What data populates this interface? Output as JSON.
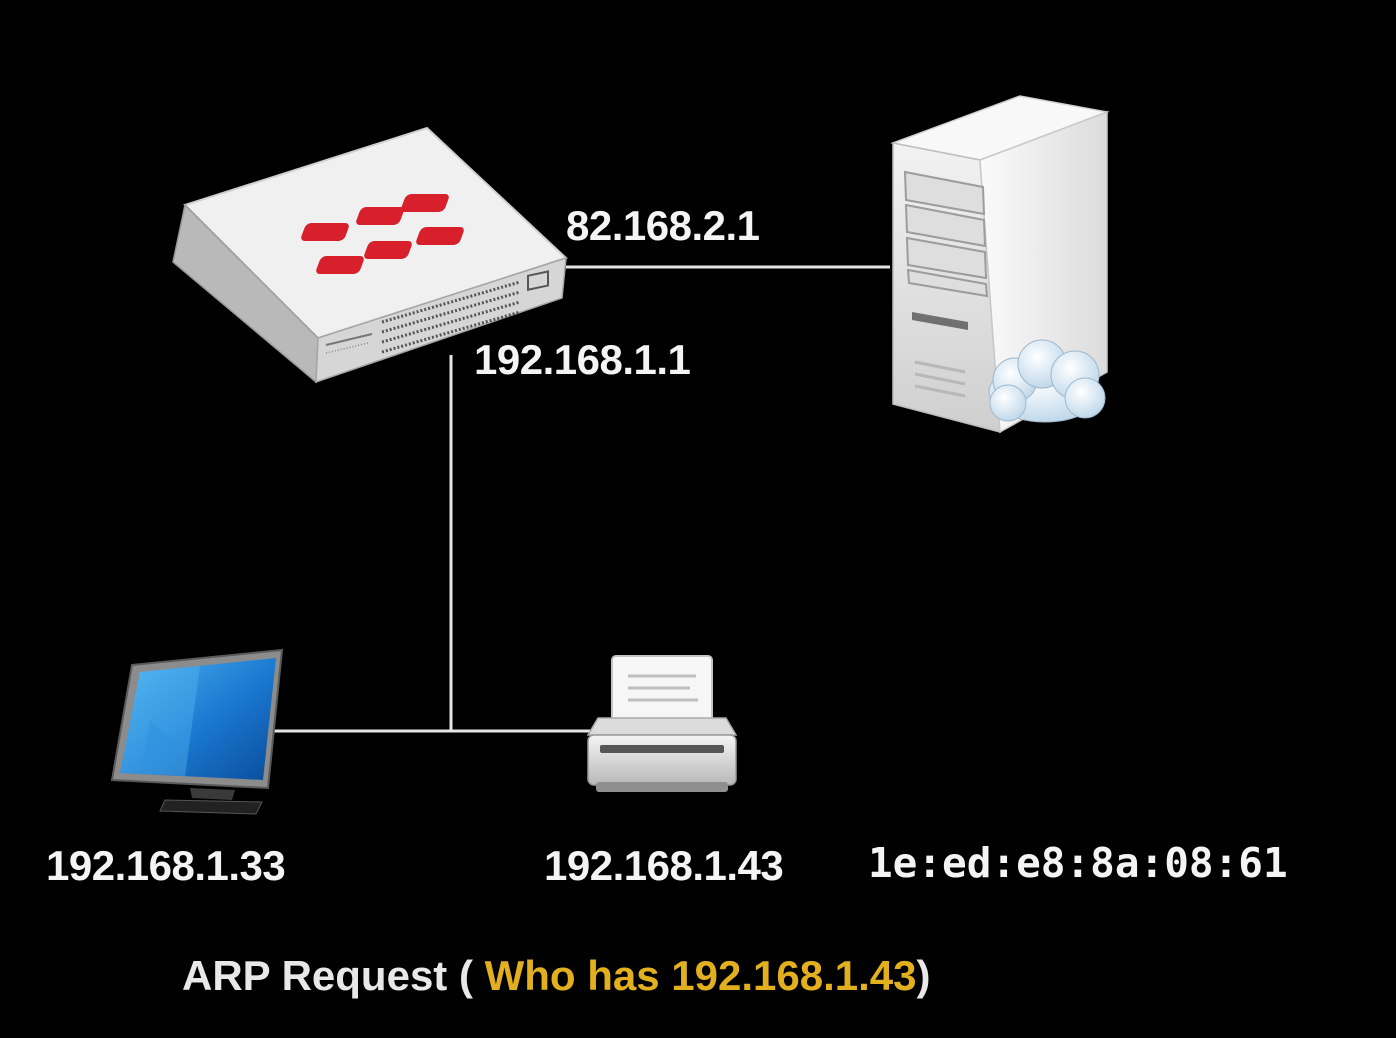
{
  "labels": {
    "wan_ip": "82.168.2.1",
    "lan_ip": "192.168.1.1",
    "computer_ip": "192.168.1.33",
    "printer_ip": "192.168.1.43",
    "printer_mac": "1e:ed:e8:8a:08:61"
  },
  "caption": {
    "prefix": "ARP Request (",
    "highlight": " Who has 192.168.1.43",
    "suffix": ")"
  },
  "devices": {
    "firewall": "firewall-icon",
    "server": "server-icon",
    "computer": "monitor-icon",
    "printer": "printer-icon"
  },
  "colors": {
    "background": "#000000",
    "line": "#e6e6e6",
    "text": "#f4f4f4",
    "highlight": "#e2b01f",
    "logo_red": "#d8202c"
  }
}
